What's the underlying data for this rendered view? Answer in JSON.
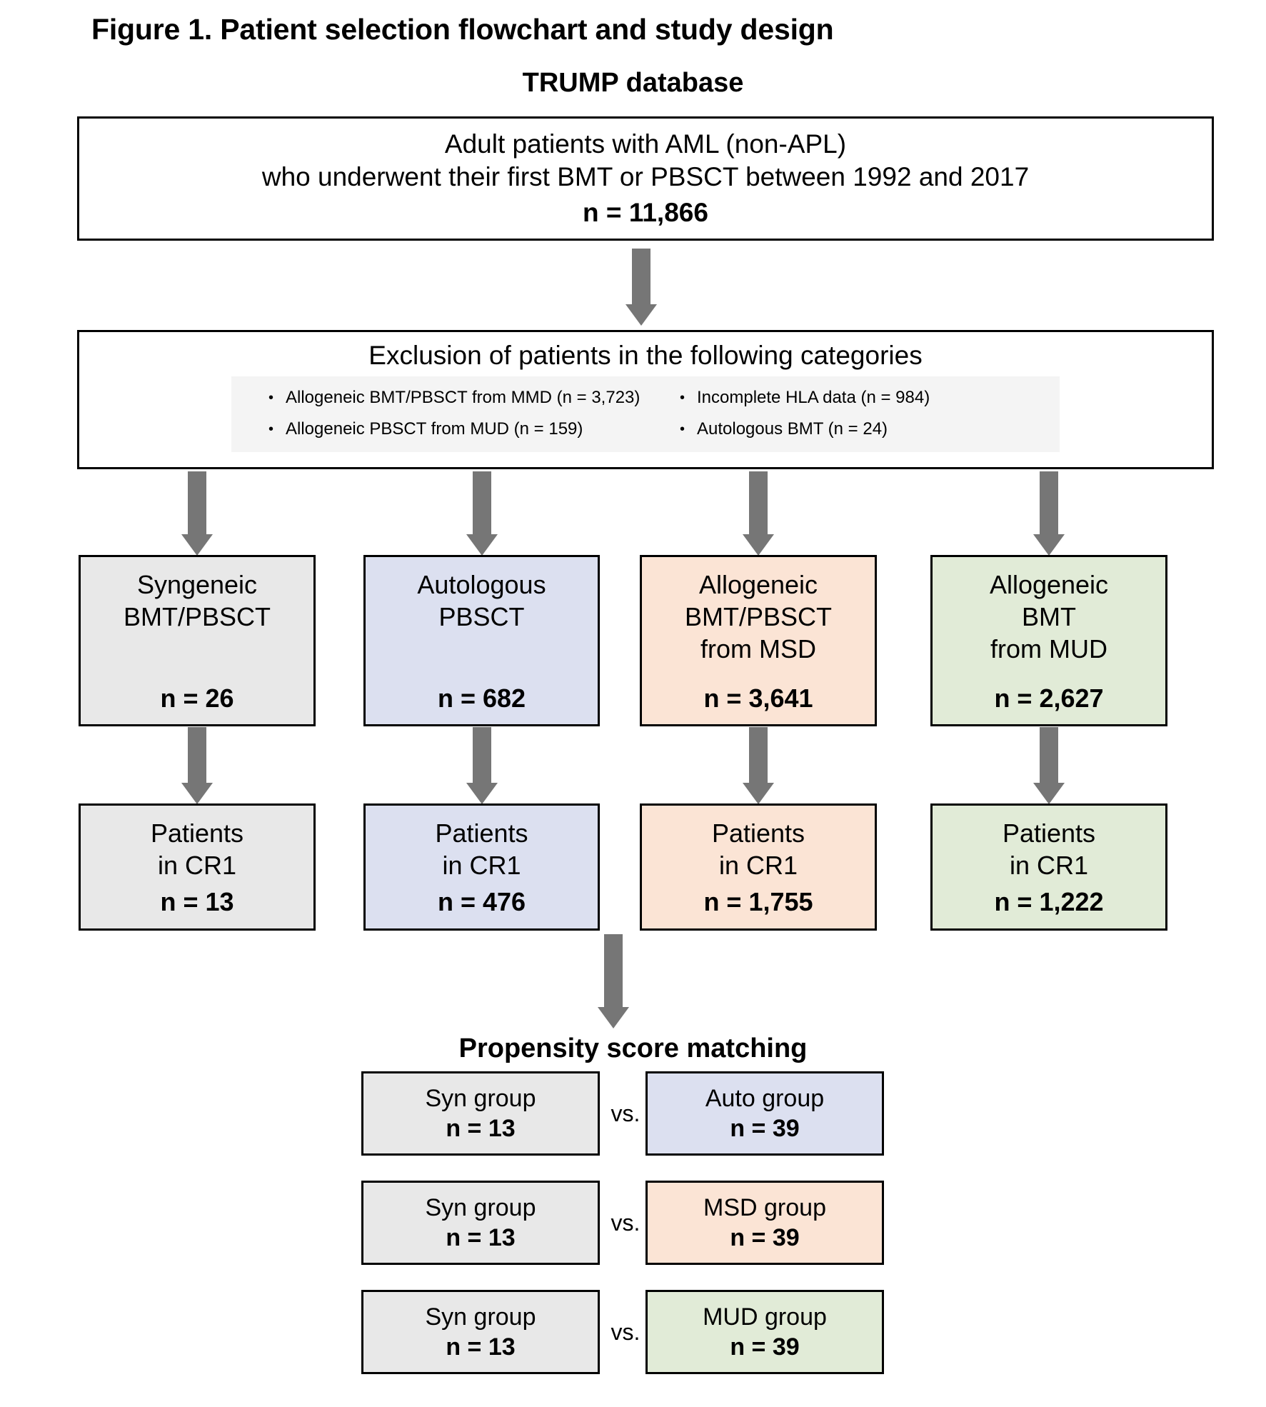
{
  "figure": {
    "title": "Figure 1. Patient selection flowchart and study design",
    "database_label": "TRUMP database"
  },
  "cohort": {
    "line1": "Adult patients with AML (non-APL)",
    "line2": "who underwent their first BMT or PBSCT between 1992 and 2017",
    "n": "n = 11,866"
  },
  "exclusion": {
    "heading": "Exclusion of patients in the following categories",
    "bullet": "•",
    "items": [
      "Allogeneic BMT/PBSCT from MMD (n = 3,723)",
      "Incomplete HLA data (n = 984)",
      "Allogeneic PBSCT from MUD (n = 159)",
      "Autologous BMT (n = 24)"
    ]
  },
  "groups": [
    {
      "line1": "Syngeneic",
      "line2": "BMT/PBSCT",
      "line3": "",
      "n": "n = 26",
      "color": "#e8e8e8",
      "cr1_line1": "Patients",
      "cr1_line2": "in CR1",
      "cr1_n": "n = 13"
    },
    {
      "line1": "Autologous",
      "line2": "PBSCT",
      "line3": "",
      "n": "n = 682",
      "color": "#dce0f0",
      "cr1_line1": "Patients",
      "cr1_line2": "in CR1",
      "cr1_n": "n = 476"
    },
    {
      "line1": "Allogeneic",
      "line2": "BMT/PBSCT",
      "line3": "from MSD",
      "n": "n = 3,641",
      "color": "#fbe4d5",
      "cr1_line1": "Patients",
      "cr1_line2": "in CR1",
      "cr1_n": "n = 1,755"
    },
    {
      "line1": "Allogeneic",
      "line2": "BMT",
      "line3": "from MUD",
      "n": "n = 2,627",
      "color": "#e1ebd7",
      "cr1_line1": "Patients",
      "cr1_line2": "in CR1",
      "cr1_n": "n = 1,222"
    }
  ],
  "psm": {
    "title": "Propensity score matching",
    "vs_label": "vs.",
    "comparisons": [
      {
        "left_label": "Syn group",
        "left_n": "n = 13",
        "right_label": "Auto group",
        "right_n": "n = 39",
        "right_color": "#dce0f0"
      },
      {
        "left_label": "Syn group",
        "left_n": "n = 13",
        "right_label": "MSD group",
        "right_n": "n = 39",
        "right_color": "#fbe4d5"
      },
      {
        "left_label": "Syn group",
        "left_n": "n = 13",
        "right_label": "MUD group",
        "right_n": "n = 39",
        "right_color": "#e1ebd7"
      }
    ]
  },
  "colors": {
    "arrow": "#767676",
    "border": "#000000",
    "panel": "#f4f4f4",
    "gray_fill": "#e8e8e8"
  }
}
